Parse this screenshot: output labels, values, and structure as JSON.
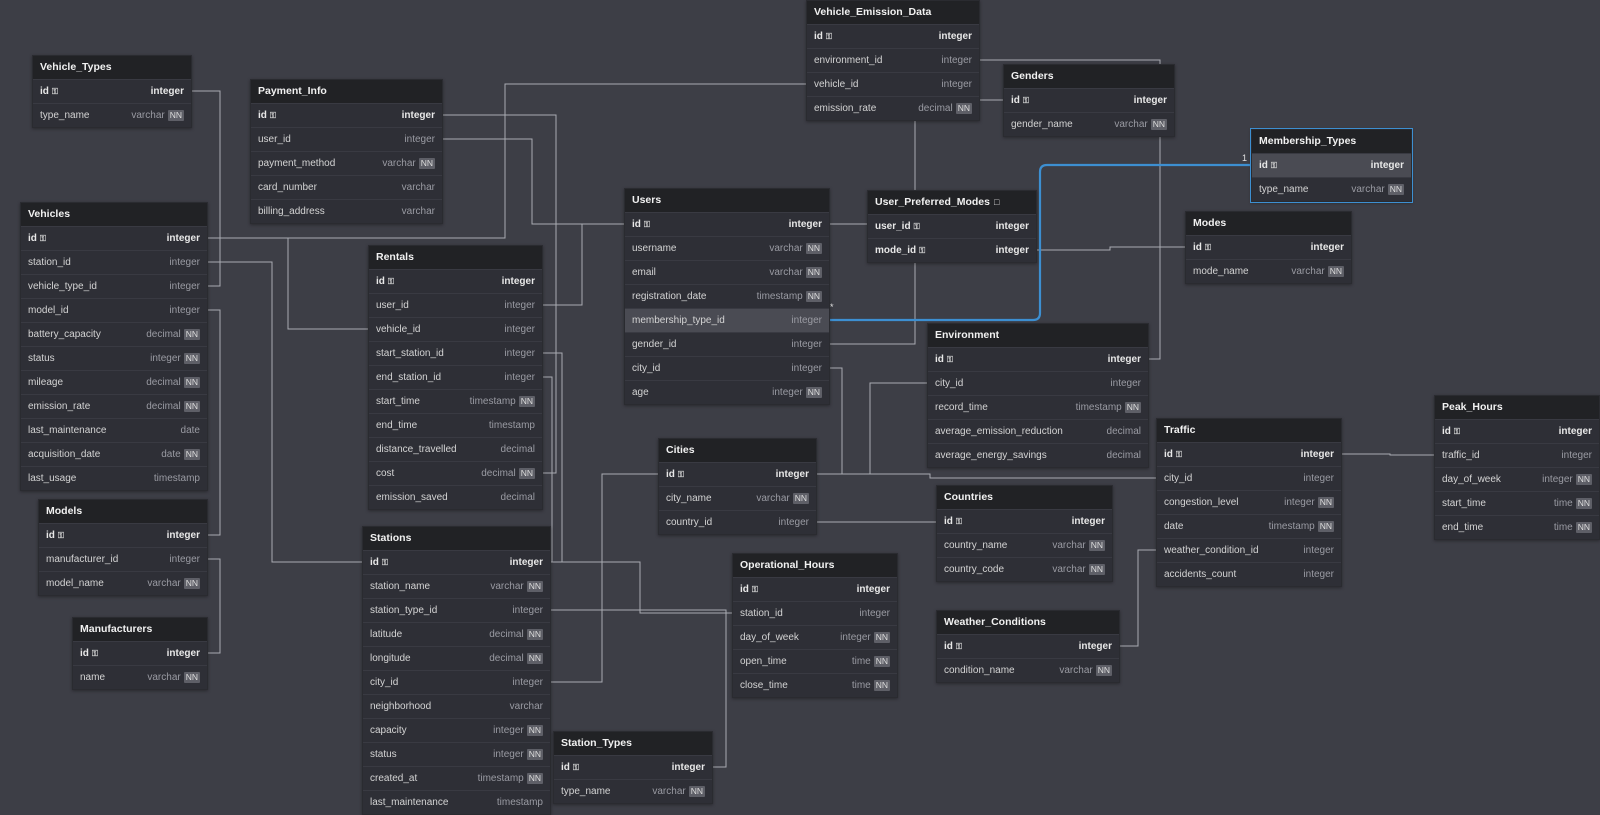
{
  "tables": [
    {
      "name": "Vehicle_Types",
      "fields": [
        {
          "name": "id",
          "type": "integer",
          "pk": true
        },
        {
          "name": "type_name",
          "type": "varchar",
          "nn": true
        }
      ]
    },
    {
      "name": "Payment_Info",
      "fields": [
        {
          "name": "id",
          "type": "integer",
          "pk": true
        },
        {
          "name": "user_id",
          "type": "integer"
        },
        {
          "name": "payment_method",
          "type": "varchar",
          "nn": true
        },
        {
          "name": "card_number",
          "type": "varchar"
        },
        {
          "name": "billing_address",
          "type": "varchar"
        }
      ]
    },
    {
      "name": "Vehicle_Emission_Data",
      "fields": [
        {
          "name": "id",
          "type": "integer",
          "pk": true
        },
        {
          "name": "environment_id",
          "type": "integer"
        },
        {
          "name": "vehicle_id",
          "type": "integer"
        },
        {
          "name": "emission_rate",
          "type": "decimal",
          "nn": true
        }
      ]
    },
    {
      "name": "Genders",
      "fields": [
        {
          "name": "id",
          "type": "integer",
          "pk": true
        },
        {
          "name": "gender_name",
          "type": "varchar",
          "nn": true
        }
      ]
    },
    {
      "name": "Membership_Types",
      "selected": true,
      "fields": [
        {
          "name": "id",
          "type": "integer",
          "pk": true,
          "hl": true
        },
        {
          "name": "type_name",
          "type": "varchar",
          "nn": true
        }
      ]
    },
    {
      "name": "Vehicles",
      "fields": [
        {
          "name": "id",
          "type": "integer",
          "pk": true
        },
        {
          "name": "station_id",
          "type": "integer"
        },
        {
          "name": "vehicle_type_id",
          "type": "integer"
        },
        {
          "name": "model_id",
          "type": "integer"
        },
        {
          "name": "battery_capacity",
          "type": "decimal",
          "nn": true
        },
        {
          "name": "status",
          "type": "integer",
          "nn": true
        },
        {
          "name": "mileage",
          "type": "decimal",
          "nn": true
        },
        {
          "name": "emission_rate",
          "type": "decimal",
          "nn": true
        },
        {
          "name": "last_maintenance",
          "type": "date"
        },
        {
          "name": "acquisition_date",
          "type": "date",
          "nn": true
        },
        {
          "name": "last_usage",
          "type": "timestamp"
        }
      ]
    },
    {
      "name": "Users",
      "fields": [
        {
          "name": "id",
          "type": "integer",
          "pk": true
        },
        {
          "name": "username",
          "type": "varchar",
          "nn": true
        },
        {
          "name": "email",
          "type": "varchar",
          "nn": true
        },
        {
          "name": "registration_date",
          "type": "timestamp",
          "nn": true
        },
        {
          "name": "membership_type_id",
          "type": "integer",
          "hl": true
        },
        {
          "name": "gender_id",
          "type": "integer"
        },
        {
          "name": "city_id",
          "type": "integer"
        },
        {
          "name": "age",
          "type": "integer",
          "nn": true
        }
      ]
    },
    {
      "name": "User_Preferred_Modes",
      "note": true,
      "fields": [
        {
          "name": "user_id",
          "type": "integer",
          "pk": true
        },
        {
          "name": "mode_id",
          "type": "integer",
          "pk": true
        }
      ]
    },
    {
      "name": "Modes",
      "fields": [
        {
          "name": "id",
          "type": "integer",
          "pk": true
        },
        {
          "name": "mode_name",
          "type": "varchar",
          "nn": true
        }
      ]
    },
    {
      "name": "Rentals",
      "fields": [
        {
          "name": "id",
          "type": "integer",
          "pk": true
        },
        {
          "name": "user_id",
          "type": "integer"
        },
        {
          "name": "vehicle_id",
          "type": "integer"
        },
        {
          "name": "start_station_id",
          "type": "integer"
        },
        {
          "name": "end_station_id",
          "type": "integer"
        },
        {
          "name": "start_time",
          "type": "timestamp",
          "nn": true
        },
        {
          "name": "end_time",
          "type": "timestamp"
        },
        {
          "name": "distance_travelled",
          "type": "decimal"
        },
        {
          "name": "cost",
          "type": "decimal",
          "nn": true
        },
        {
          "name": "emission_saved",
          "type": "decimal"
        }
      ]
    },
    {
      "name": "Environment",
      "fields": [
        {
          "name": "id",
          "type": "integer",
          "pk": true
        },
        {
          "name": "city_id",
          "type": "integer"
        },
        {
          "name": "record_time",
          "type": "timestamp",
          "nn": true
        },
        {
          "name": "average_emission_reduction",
          "type": "decimal"
        },
        {
          "name": "average_energy_savings",
          "type": "decimal"
        }
      ]
    },
    {
      "name": "Peak_Hours",
      "fields": [
        {
          "name": "id",
          "type": "integer",
          "pk": true
        },
        {
          "name": "traffic_id",
          "type": "integer"
        },
        {
          "name": "day_of_week",
          "type": "integer",
          "nn": true
        },
        {
          "name": "start_time",
          "type": "time",
          "nn": true
        },
        {
          "name": "end_time",
          "type": "time",
          "nn": true
        }
      ]
    },
    {
      "name": "Traffic",
      "fields": [
        {
          "name": "id",
          "type": "integer",
          "pk": true
        },
        {
          "name": "city_id",
          "type": "integer"
        },
        {
          "name": "congestion_level",
          "type": "integer",
          "nn": true
        },
        {
          "name": "date",
          "type": "timestamp",
          "nn": true
        },
        {
          "name": "weather_condition_id",
          "type": "integer"
        },
        {
          "name": "accidents_count",
          "type": "integer"
        }
      ]
    },
    {
      "name": "Cities",
      "fields": [
        {
          "name": "id",
          "type": "integer",
          "pk": true
        },
        {
          "name": "city_name",
          "type": "varchar",
          "nn": true
        },
        {
          "name": "country_id",
          "type": "integer"
        }
      ]
    },
    {
      "name": "Countries",
      "fields": [
        {
          "name": "id",
          "type": "integer",
          "pk": true
        },
        {
          "name": "country_name",
          "type": "varchar",
          "nn": true
        },
        {
          "name": "country_code",
          "type": "varchar",
          "nn": true
        }
      ]
    },
    {
      "name": "Models",
      "fields": [
        {
          "name": "id",
          "type": "integer",
          "pk": true
        },
        {
          "name": "manufacturer_id",
          "type": "integer"
        },
        {
          "name": "model_name",
          "type": "varchar",
          "nn": true
        }
      ]
    },
    {
      "name": "Stations",
      "fields": [
        {
          "name": "id",
          "type": "integer",
          "pk": true
        },
        {
          "name": "station_name",
          "type": "varchar",
          "nn": true
        },
        {
          "name": "station_type_id",
          "type": "integer"
        },
        {
          "name": "latitude",
          "type": "decimal",
          "nn": true
        },
        {
          "name": "longitude",
          "type": "decimal",
          "nn": true
        },
        {
          "name": "city_id",
          "type": "integer"
        },
        {
          "name": "neighborhood",
          "type": "varchar"
        },
        {
          "name": "capacity",
          "type": "integer",
          "nn": true
        },
        {
          "name": "status",
          "type": "integer",
          "nn": true
        },
        {
          "name": "created_at",
          "type": "timestamp",
          "nn": true
        },
        {
          "name": "last_maintenance",
          "type": "timestamp"
        }
      ]
    },
    {
      "name": "Operational_Hours",
      "fields": [
        {
          "name": "id",
          "type": "integer",
          "pk": true
        },
        {
          "name": "station_id",
          "type": "integer"
        },
        {
          "name": "day_of_week",
          "type": "integer",
          "nn": true
        },
        {
          "name": "open_time",
          "type": "time",
          "nn": true
        },
        {
          "name": "close_time",
          "type": "time",
          "nn": true
        }
      ]
    },
    {
      "name": "Weather_Conditions",
      "fields": [
        {
          "name": "id",
          "type": "integer",
          "pk": true
        },
        {
          "name": "condition_name",
          "type": "varchar",
          "nn": true
        }
      ]
    },
    {
      "name": "Manufacturers",
      "fields": [
        {
          "name": "id",
          "type": "integer",
          "pk": true
        },
        {
          "name": "name",
          "type": "varchar",
          "nn": true
        }
      ]
    },
    {
      "name": "Station_Types",
      "fields": [
        {
          "name": "id",
          "type": "integer",
          "pk": true
        },
        {
          "name": "type_name",
          "type": "varchar",
          "nn": true
        }
      ]
    }
  ],
  "nn_label": "NN",
  "highlight_color": "#3d8fd1",
  "line_color": "#a9abb2",
  "relationship_labels": {
    "one": "1",
    "many": "*"
  }
}
